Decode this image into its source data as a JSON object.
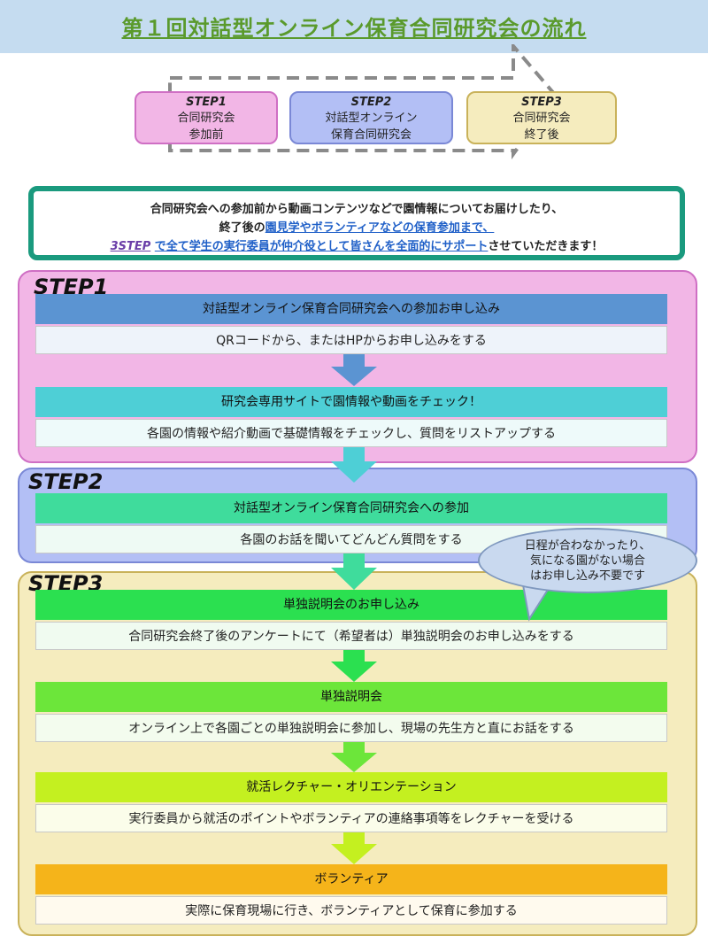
{
  "title": "第１回対話型オンライン保育合同研究会の流れ",
  "summary": [
    {
      "step": "STEP1",
      "line1": "合同研究会",
      "line2": "参加前"
    },
    {
      "step": "STEP2",
      "line1": "対話型オンライン",
      "line2": "保育合同研究会"
    },
    {
      "step": "STEP3",
      "line1": "合同研究会",
      "line2": "終了後"
    }
  ],
  "intro": {
    "line1": "合同研究会への参加前から動画コンテンツなどで園情報についてお届けしたり、",
    "line2_pre": "終了後の",
    "line2_hl": "園見学やボランティアなどの保育参加まで、",
    "line3_step": "3STEP",
    "line3_hl": "で全て学生の実行委員が仲介役として皆さんを全面的にサポート",
    "line3_post": "させていただきます！"
  },
  "panels": [
    {
      "label": "STEP1"
    },
    {
      "label": "STEP2"
    },
    {
      "label": "STEP3"
    }
  ],
  "steps": [
    {
      "title": "対話型オンライン保育合同研究会への参加お申し込み",
      "desc": "QRコードから、またはHPからお申し込みをする",
      "color": "#5b94d2"
    },
    {
      "title": "研究会専用サイトで園情報や動画をチェック！",
      "desc": "各園の情報や紹介動画で基礎情報をチェックし、質問をリストアップする",
      "color": "#4ecfd6"
    },
    {
      "title": "対話型オンライン保育合同研究会への参加",
      "desc": "各園のお話を聞いてどんどん質問をする",
      "color": "#3fdc9c"
    },
    {
      "title": "単独説明会のお申し込み",
      "desc": "合同研究会終了後のアンケートにて（希望者は）単独説明会のお申し込みをする",
      "color": "#2be050"
    },
    {
      "title": "単独説明会",
      "desc": "オンライン上で各園ごとの単独説明会に参加し、現場の先生方と直にお話をする",
      "color": "#6ce63a"
    },
    {
      "title": "就活レクチャー・オリエンテーション",
      "desc": "実行委員から就活のポイントやボランティアの連絡事項等をレクチャーを受ける",
      "color": "#c4f020"
    },
    {
      "title": "ボランティア",
      "desc": "実際に保育現場に行き、ボランティアとして保育に参加する",
      "color": "#f5b41a"
    }
  ],
  "callout": {
    "line1": "日程が合わなかったり、",
    "line2": "気になる園がない場合",
    "line3": "はお申し込み不要です"
  }
}
